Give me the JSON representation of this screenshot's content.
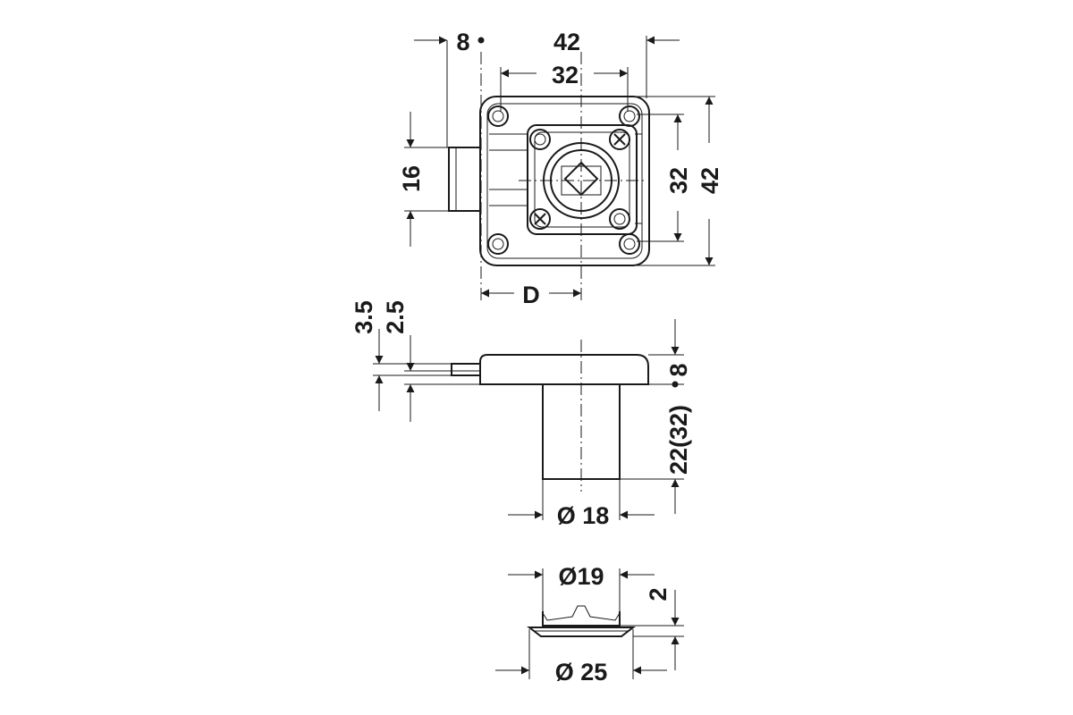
{
  "dimensions": {
    "top_width_outer": "42",
    "top_offset": "8",
    "top_width_inner": "32",
    "height_outer": "42",
    "height_inner": "32",
    "bolt_height": "16",
    "backset": "D",
    "plate_3_5": "3.5",
    "plate_2_5": "2.5",
    "body_thickness": "8",
    "cylinder_length": "22(32)",
    "cylinder_diameter": "Ø 18",
    "rose_inner_diameter": "Ø19",
    "rose_outer_diameter": "Ø 25",
    "rose_height": "2"
  },
  "colors": {
    "line": "#1a1a1a",
    "background": "#ffffff"
  }
}
